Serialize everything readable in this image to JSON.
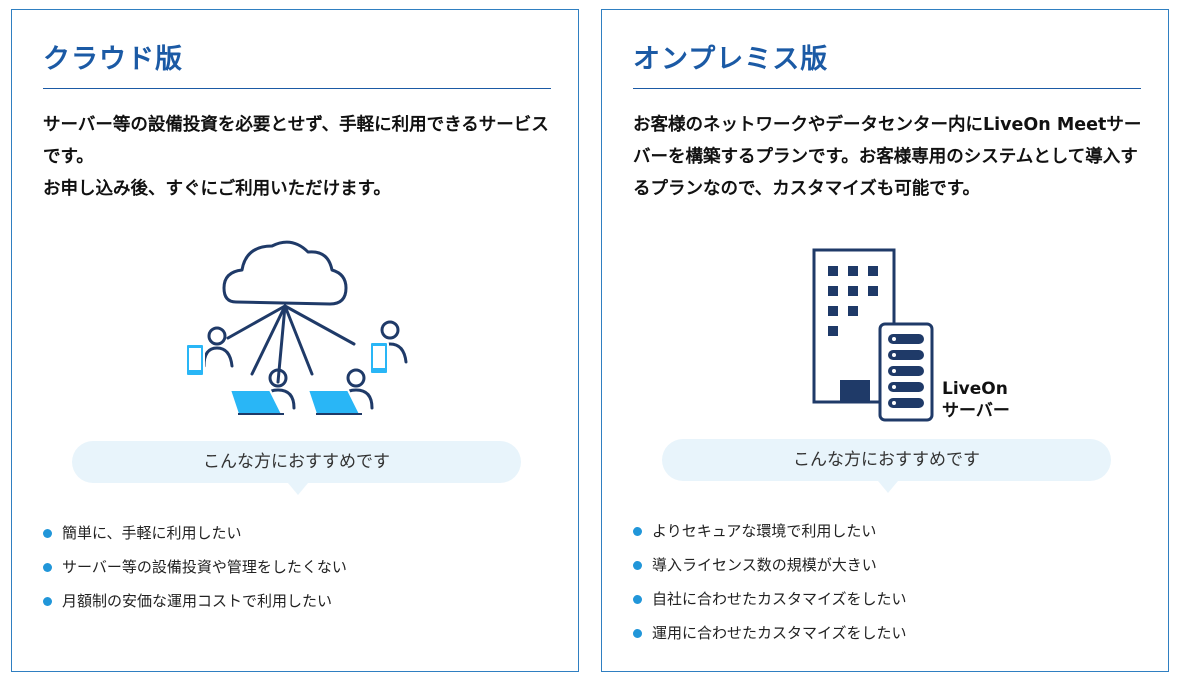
{
  "colors": {
    "border": "#2f7fc1",
    "title": "#1b5aa5",
    "accent": "#29b6f6",
    "navy": "#1f3a68",
    "bubble_bg": "#e8f4fb",
    "bullet": "#2196d9"
  },
  "cloud": {
    "title": "クラウド版",
    "description": "サーバー等の設備投資を必要とせず、手軽に利用できるサービスです。\nお申し込み後、すぐにご利用いただけます。",
    "illustration_icon": "cloud-network-icon",
    "recommend_label": "こんな方におすすめです",
    "items": [
      "簡単に、手軽に利用したい",
      "サーバー等の設備投資や管理をしたくない",
      "月額制の安価な運用コストで利用したい"
    ]
  },
  "onprem": {
    "title": "オンプレミス版",
    "description": "お客様のネットワークやデータセンター内にLiveOn Meetサーバーを構築するプランです。お客様専用のシステムとして導入するプランなので、カスタマイズも可能です。",
    "illustration_icon": "building-server-icon",
    "server_label_line1": "LiveOn",
    "server_label_line2": "サーバー",
    "recommend_label": "こんな方におすすめです",
    "items": [
      "よりセキュアな環境で利用したい",
      "導入ライセンス数の規模が大きい",
      "自社に合わせたカスタマイズをしたい",
      "運用に合わせたカスタマイズをしたい"
    ]
  }
}
